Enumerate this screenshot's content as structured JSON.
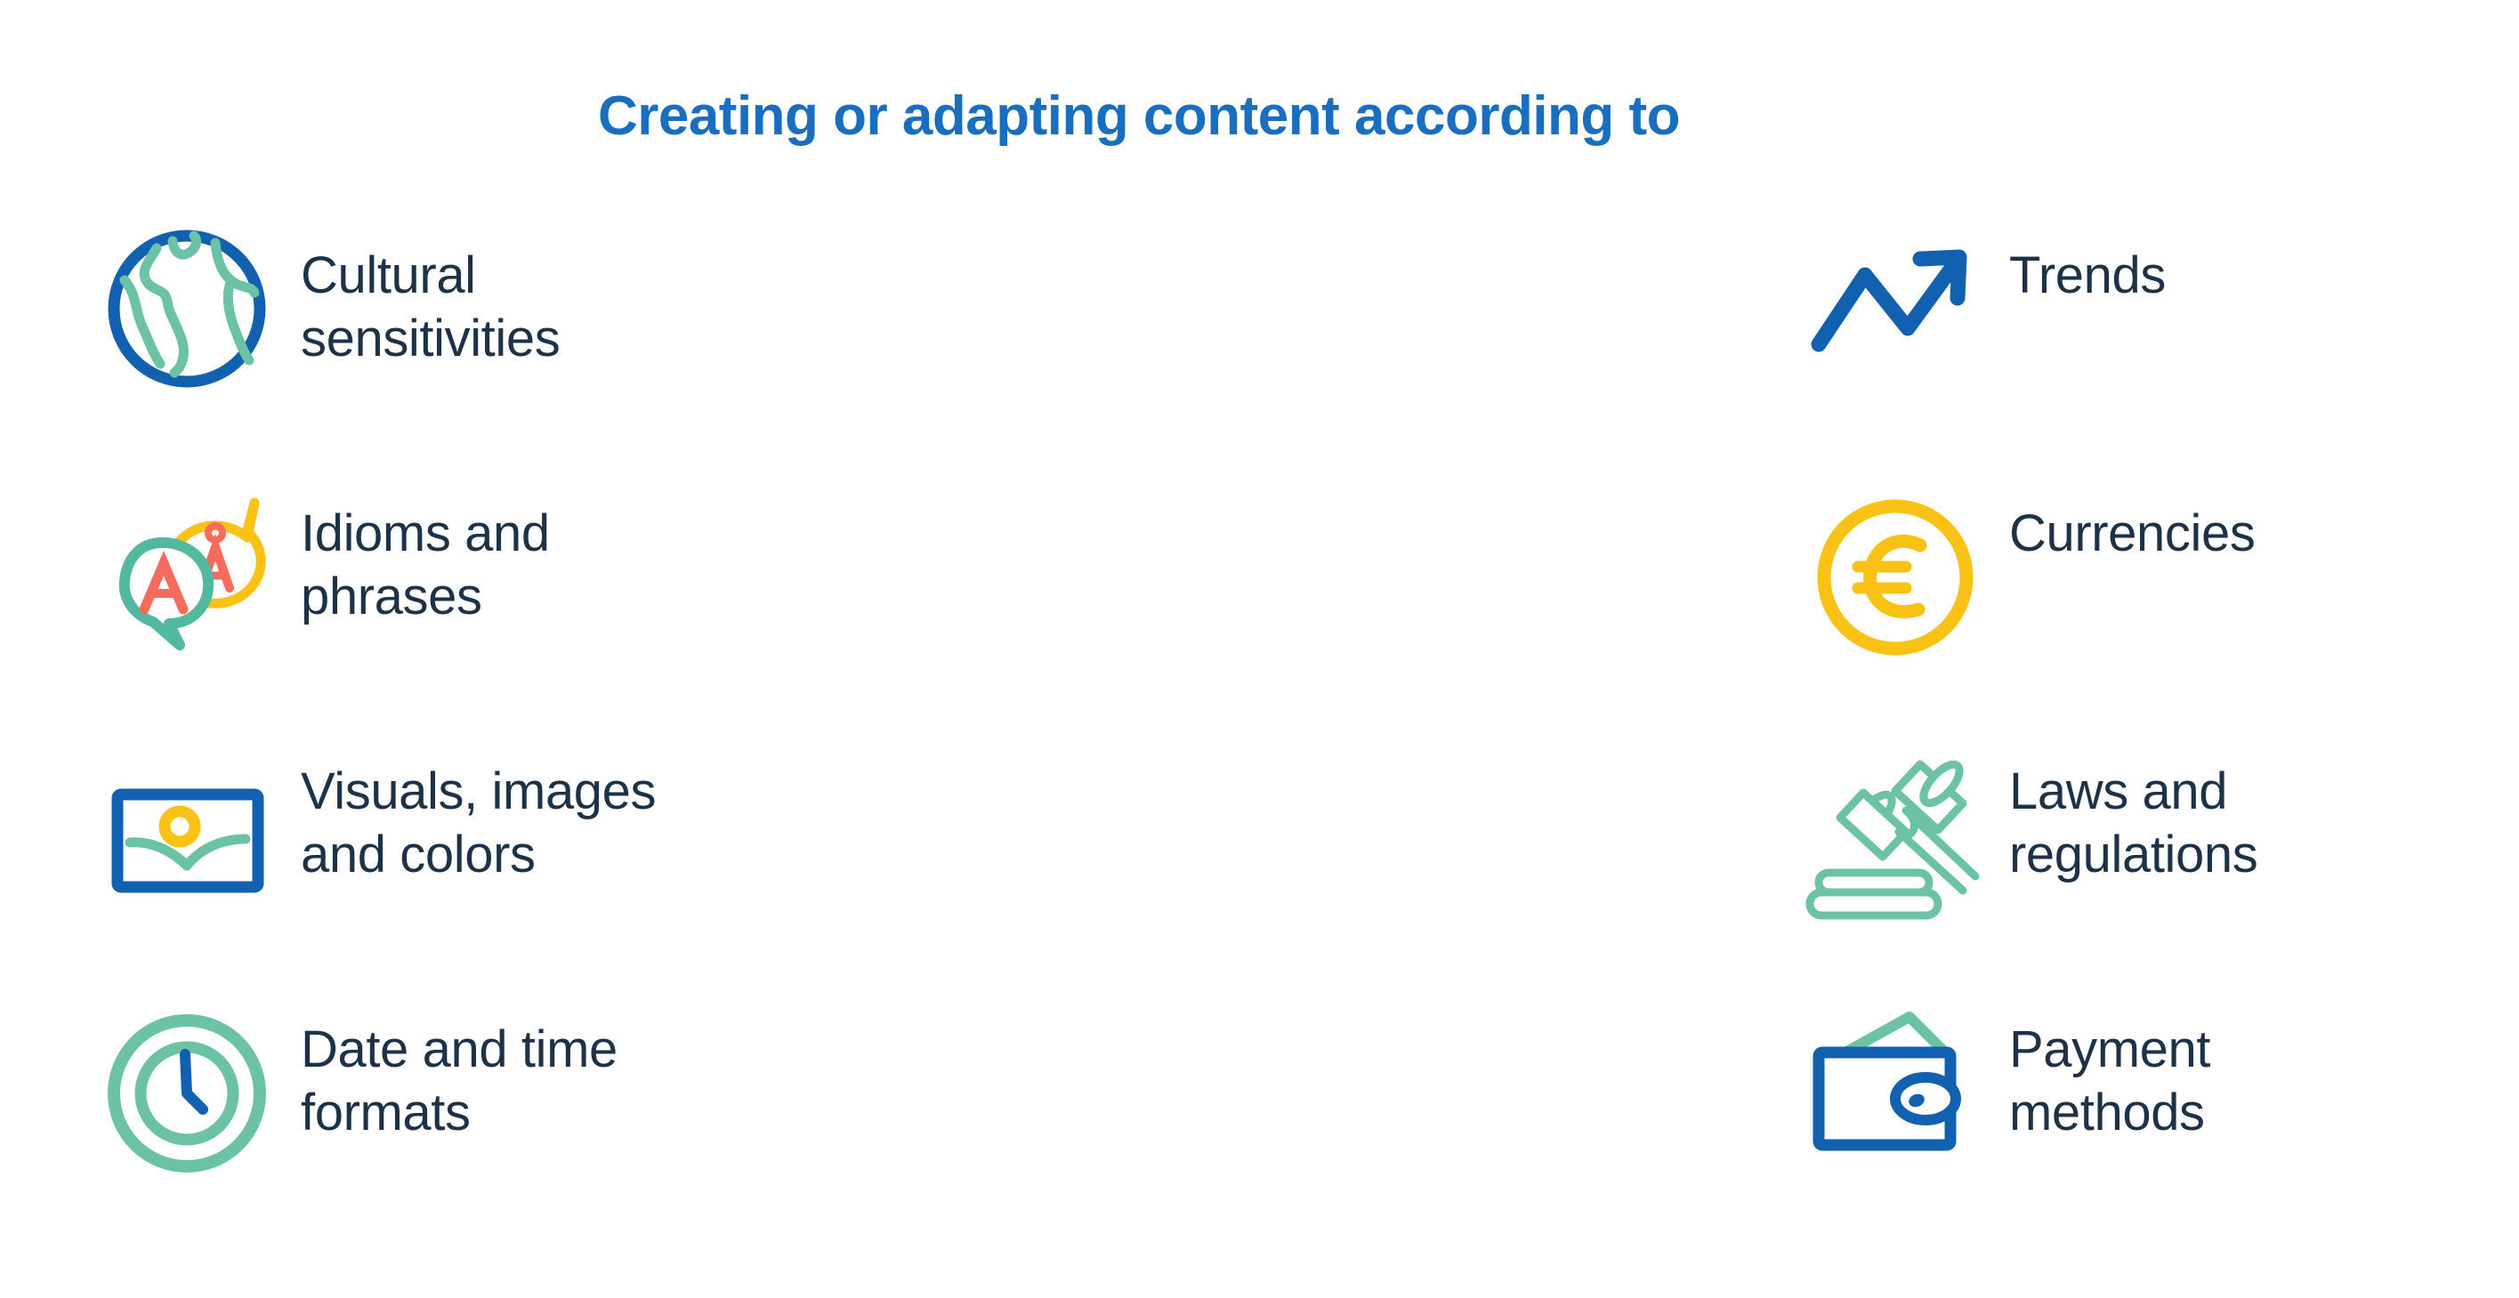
{
  "page": {
    "background_color": "#ffffff",
    "title": "Creating or adapting content according to",
    "title_color": "#1a6ec0",
    "label_color": "#1d3247"
  },
  "palette": {
    "blue": "#1161b0",
    "title_blue": "#1a6ec0",
    "green": "#6cc2a5",
    "yellow": "#fac215",
    "red": "#f76a5e",
    "navy": "#1d3247"
  },
  "columns": {
    "left": [
      {
        "icon": "globe-icon",
        "label": "Cultural\nsensitivities"
      },
      {
        "icon": "speech-bubbles-icon",
        "label": "Idioms and\nphrases"
      },
      {
        "icon": "picture-icon",
        "label": "Visuals, images\nand colors"
      },
      {
        "icon": "clock-icon",
        "label": "Date and time\nformats"
      }
    ],
    "right": [
      {
        "icon": "trend-arrow-icon",
        "label": "Trends"
      },
      {
        "icon": "euro-coin-icon",
        "label": "Currencies"
      },
      {
        "icon": "gavel-icon",
        "label": "Laws and\nregulations"
      },
      {
        "icon": "wallet-icon",
        "label": "Payment\nmethods"
      }
    ]
  }
}
